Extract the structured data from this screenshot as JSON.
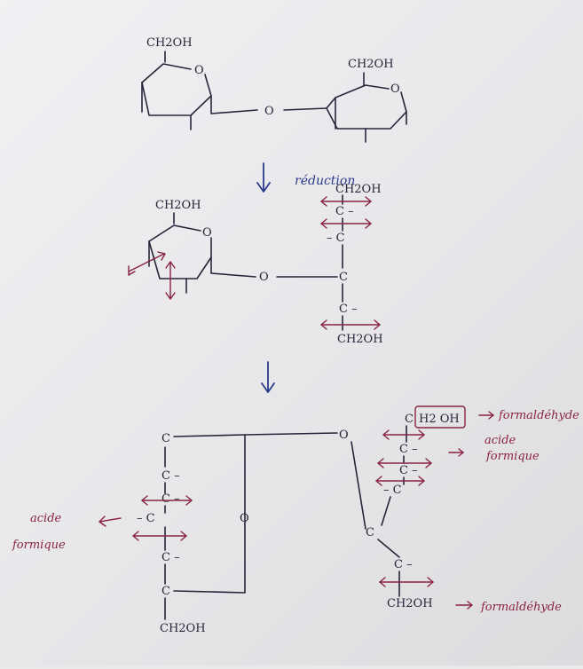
{
  "structure1": {
    "ring1_group": "CH2OH",
    "ring1_o": "O",
    "bridge_o": "O",
    "ring2_group": "CH2OH",
    "ring2_o": "O"
  },
  "step1": {
    "label": "réduction"
  },
  "structure2": {
    "ring_group": "CH2OH",
    "ring_o": "O",
    "bridge_o": "O",
    "chain": [
      "CH2OH",
      "C –",
      "– C",
      "C",
      "C –",
      "CH2OH"
    ]
  },
  "structure3": {
    "left_chain": [
      "C",
      "C –",
      "C –",
      "– C",
      "C –",
      "C",
      "CH2OH"
    ],
    "ring_o": "O",
    "bridge_o": "O",
    "right_chain": [
      "C",
      "C –",
      "C –",
      "– C",
      "C",
      "C –",
      "CH2OH"
    ],
    "boxed_group": "H2 OH",
    "products": {
      "top": "formaldéhyde",
      "middle_line1": "acide",
      "middle_line2": "formique",
      "bottom": "formaldéhyde",
      "left_line1": "acide",
      "left_line2": "formique"
    }
  },
  "colors": {
    "ink": "#26263a",
    "red": "#8a2240",
    "blue": "#2a3a8c"
  }
}
